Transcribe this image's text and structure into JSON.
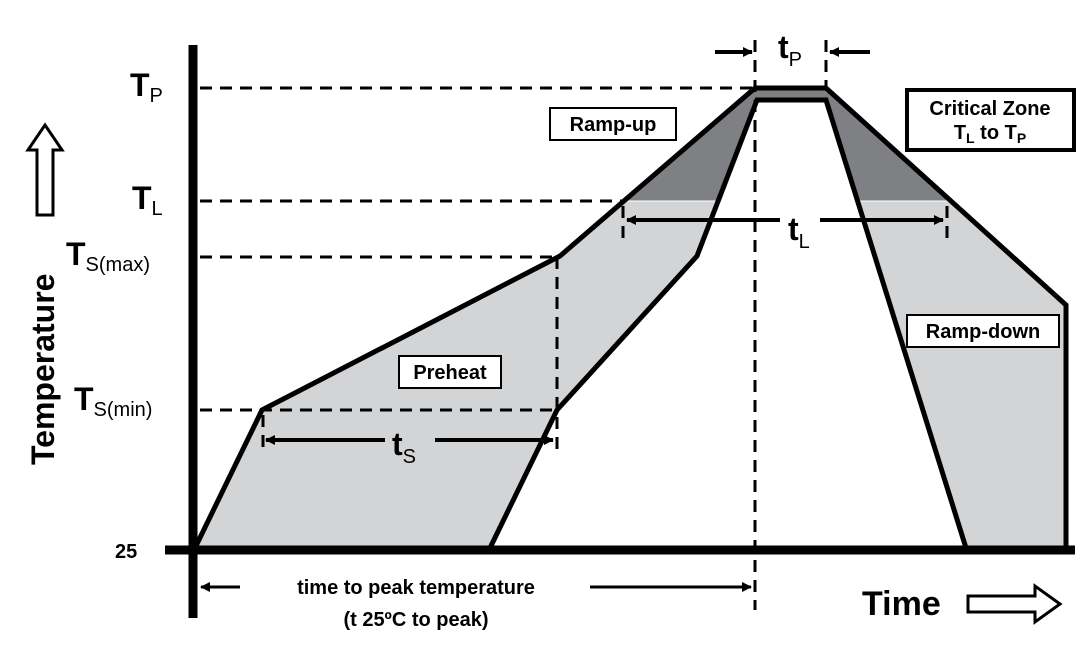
{
  "title": "Reflow profile",
  "axes": {
    "y_label": "Temperature",
    "x_label": "Time",
    "origin_label": "25"
  },
  "levels": {
    "tp": {
      "main": "T",
      "sub": "P"
    },
    "tl": {
      "main": "T",
      "sub": "L"
    },
    "ts_max": {
      "main": "T",
      "sub": "S(max)"
    },
    "ts_min": {
      "main": "T",
      "sub": "S(min)"
    }
  },
  "intervals": {
    "tp": {
      "main": "t",
      "sub": "P"
    },
    "tl": {
      "main": "t",
      "sub": "L"
    },
    "ts": {
      "main": "t",
      "sub": "S"
    }
  },
  "boxes": {
    "ramp_up": "Ramp-up",
    "preheat": "Preheat",
    "ramp_down": "Ramp-down",
    "critical_zone_line1": "Critical Zone",
    "critical_zone_t1": "T",
    "critical_zone_s1": "L",
    "critical_zone_to": " to ",
    "critical_zone_t2": "T",
    "critical_zone_s2": "P"
  },
  "time_to_peak": {
    "line1": "time to peak temperature",
    "line2": "(t 25ºC to peak)"
  },
  "colors": {
    "light_zone": "#d3d4d6",
    "critical_zone": "#7f8083",
    "line": "#000000"
  }
}
